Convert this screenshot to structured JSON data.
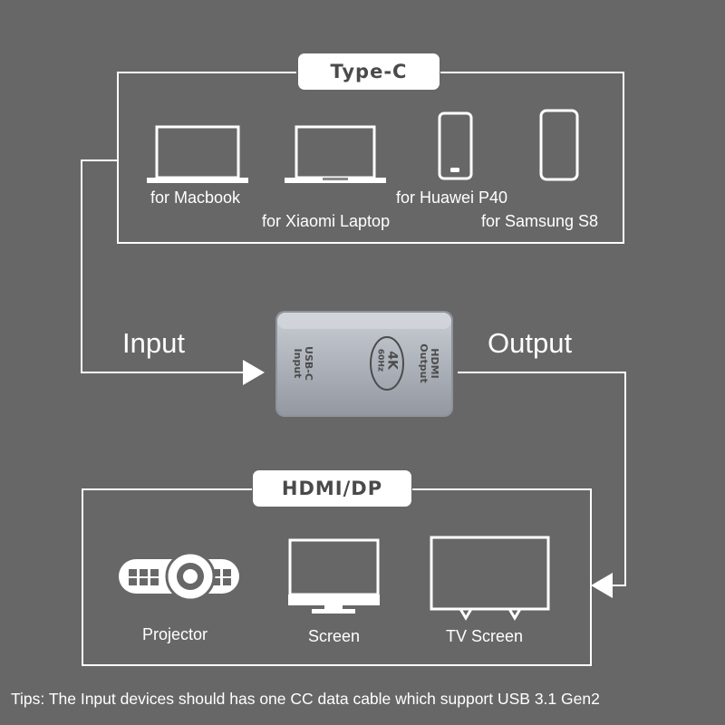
{
  "type_c_box": {
    "title": "Type-C",
    "devices": [
      {
        "label": "for Macbook",
        "icon": "laptop-icon"
      },
      {
        "label": "for Xiaomi Laptop",
        "icon": "laptop-icon"
      },
      {
        "label": "for Huawei P40",
        "icon": "phone-icon"
      },
      {
        "label": "for Samsung S8",
        "icon": "phone-icon"
      }
    ]
  },
  "flow": {
    "input_label": "Input",
    "output_label": "Output"
  },
  "adapter": {
    "input_text_line1": "USB-C",
    "input_text_line2": "Input",
    "badge_text_line1": "4K",
    "badge_text_line2": "60Hz",
    "output_text_line1": "HDMI",
    "output_text_line2": "Output"
  },
  "hdmi_box": {
    "title": "HDMI/DP",
    "devices": [
      {
        "label": "Projector",
        "icon": "projector-icon"
      },
      {
        "label": "Screen",
        "icon": "monitor-icon"
      },
      {
        "label": "TV Screen",
        "icon": "tv-icon"
      }
    ]
  },
  "tips": "Tips: The Input devices should has one CC data cable which support USB 3.1 Gen2",
  "colors": {
    "background": "#676767",
    "line": "#ffffff",
    "adapter_body": "#a9afb8"
  }
}
